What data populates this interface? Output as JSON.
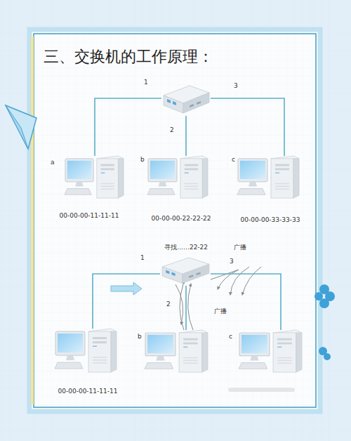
{
  "diagram": {
    "title": "三、交换机的工作原理：",
    "nodes": [
      {
        "text": []
      },
      {
        "text": [
          "a",
          "00-00-00-11-11-11"
        ]
      },
      {
        "text": [
          "b",
          "00-00-00-22-22-22"
        ]
      },
      {
        "text": [
          "c",
          "00-00-00-33-33-33"
        ]
      },
      {
        "text": [
          "寻找……22-22"
        ]
      },
      {
        "text": [
          "00-00-00-11-11-11"
        ]
      },
      {
        "text": [
          "b"
        ]
      },
      {
        "text": [
          "c"
        ]
      }
    ],
    "edges": [
      {
        "from": 0,
        "to": 1,
        "label": "1",
        "arrow": "none"
      },
      {
        "from": 0,
        "to": 2,
        "label": "2",
        "arrow": "none"
      },
      {
        "from": 0,
        "to": 3,
        "label": "3",
        "arrow": "none"
      },
      {
        "from": 4,
        "to": 5,
        "label": "1",
        "arrow": "none"
      },
      {
        "from": 4,
        "to": 6,
        "label": "2",
        "arrow": "none"
      },
      {
        "from": 4,
        "to": 7,
        "label": "3",
        "arrow": "none"
      }
    ],
    "labels": [
      "广播",
      "广播"
    ]
  }
}
